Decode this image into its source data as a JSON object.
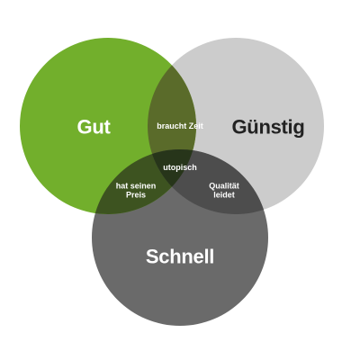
{
  "colors": {
    "background": "#ffffff",
    "gut": "#72af2c",
    "guenstig": "#cccccc",
    "schnell": "#6a6a6a",
    "gut_guenstig": "#5a6b2a",
    "gut_schnell": "#3d5320",
    "guenstig_schnell": "#4d4d4d",
    "center": "#27351a"
  },
  "circles": {
    "gut": {
      "label": "Gut"
    },
    "guenstig": {
      "label": "Günstig"
    },
    "schnell": {
      "label": "Schnell"
    }
  },
  "overlaps": {
    "gut_guenstig": {
      "label": "braucht Zeit"
    },
    "gut_schnell": {
      "lines": [
        "hat seinen",
        "Preis"
      ]
    },
    "guenstig_schnell": {
      "lines": [
        "Qualität",
        "leidet"
      ]
    },
    "center": {
      "label": "utopisch"
    }
  }
}
